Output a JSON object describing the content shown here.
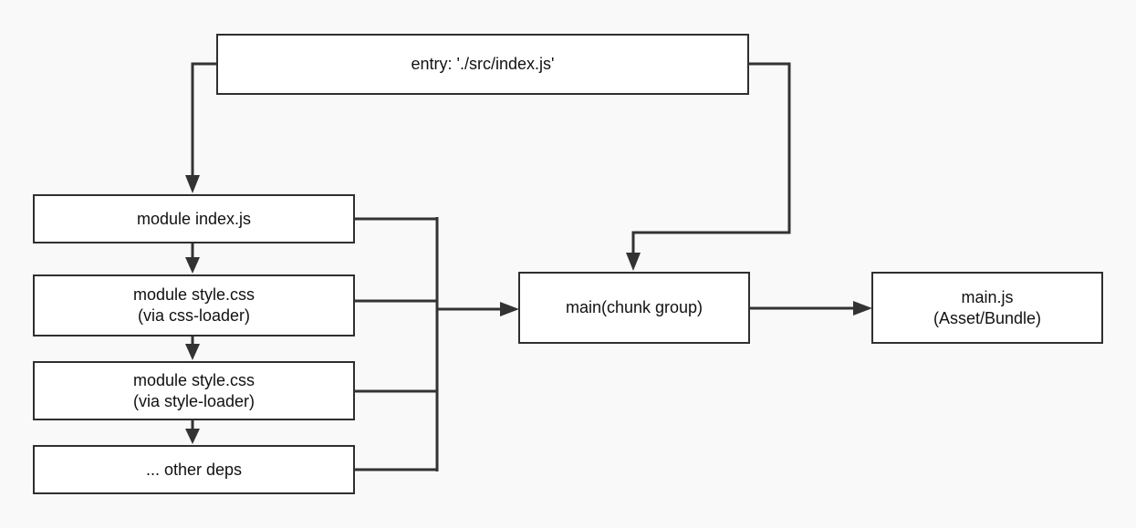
{
  "diagram": {
    "nodes": {
      "entry": {
        "line1": "entry: './src/index.js'"
      },
      "module_index": {
        "line1": "module index.js"
      },
      "module_css_loader": {
        "line1": "module style.css",
        "line2": "(via css-loader)"
      },
      "module_style_loader": {
        "line1": "module style.css",
        "line2": "(via style-loader)"
      },
      "other_deps": {
        "line1": "... other deps"
      },
      "chunk_group": {
        "line1": "main(chunk group)"
      },
      "bundle": {
        "line1": "main.js",
        "line2": "(Asset/Bundle)"
      }
    },
    "edges": [
      {
        "from": "entry",
        "to": "module_index"
      },
      {
        "from": "entry",
        "to": "chunk_group"
      },
      {
        "from": "module_index",
        "to": "module_css_loader"
      },
      {
        "from": "module_css_loader",
        "to": "module_style_loader"
      },
      {
        "from": "module_style_loader",
        "to": "other_deps"
      },
      {
        "from": "module_index",
        "to": "chunk_group"
      },
      {
        "from": "module_css_loader",
        "to": "chunk_group"
      },
      {
        "from": "module_style_loader",
        "to": "chunk_group"
      },
      {
        "from": "other_deps",
        "to": "chunk_group"
      },
      {
        "from": "chunk_group",
        "to": "bundle"
      }
    ],
    "colors": {
      "background": "#f9f9f9",
      "node_fill": "#ffffff",
      "stroke": "#333333"
    }
  }
}
